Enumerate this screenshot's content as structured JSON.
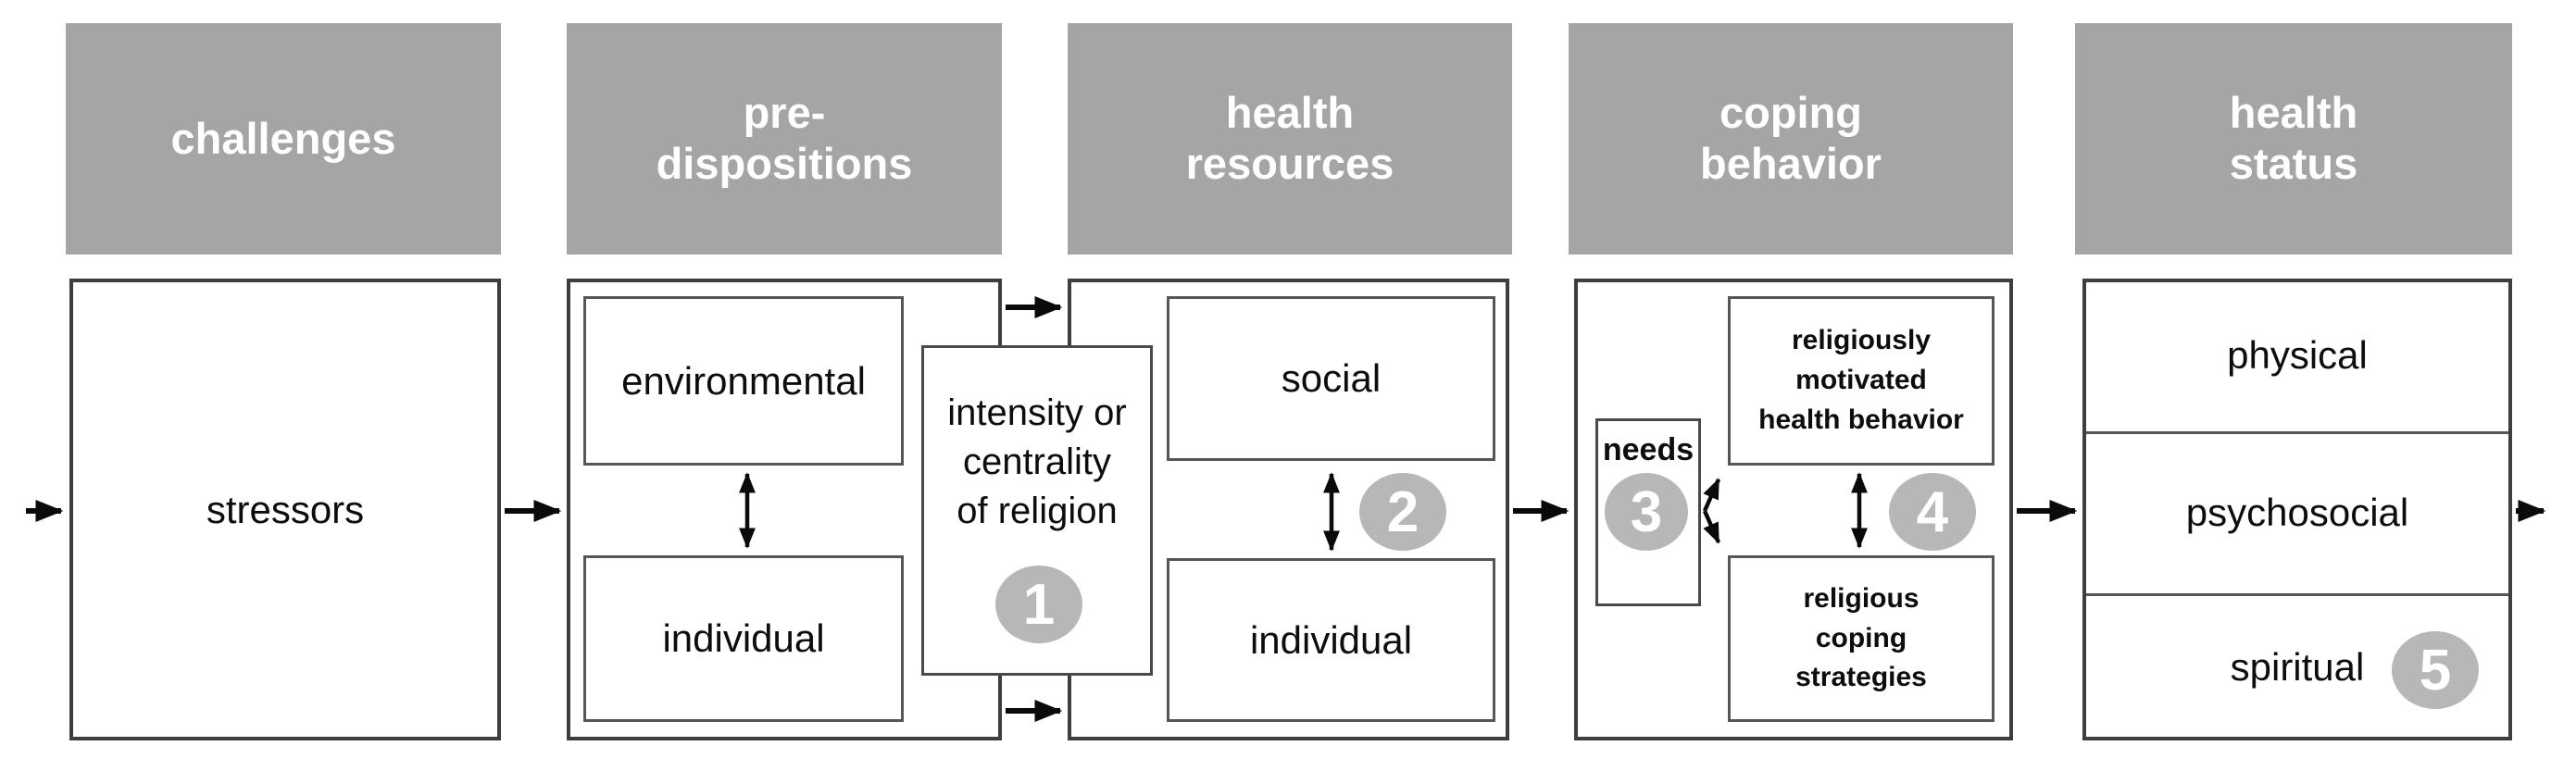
{
  "colors": {
    "header_bg": "#a5a5a5",
    "header_text": "#ffffff",
    "badge_bg": "#b7b7b7",
    "badge_text": "#ffffff",
    "box_border": "#3e3e3e",
    "inner_border": "#565656",
    "arrow": "#0a0a0a",
    "label_text": "#0d0d0d"
  },
  "headers": [
    {
      "label": "challenges"
    },
    {
      "label": "pre-\ndispositions"
    },
    {
      "label": "health\nresources"
    },
    {
      "label": "coping\nbehavior"
    },
    {
      "label": "health\nstatus"
    }
  ],
  "challenges": {
    "stressors": "stressors"
  },
  "predispositions": {
    "environmental": "environmental",
    "individual": "individual",
    "intensity": "intensity or\ncentrality\nof religion",
    "badge": "1"
  },
  "health_resources": {
    "social": "social",
    "individual": "individual",
    "badge": "2"
  },
  "coping_behavior": {
    "needs": "needs",
    "needs_badge": "3",
    "religiously_motivated": "religiously\nmotivated\nhealth behavior",
    "religious_coping": "religious\ncoping\nstrategies",
    "badge": "4"
  },
  "health_status": {
    "physical": "physical",
    "psychosocial": "psychosocial",
    "spiritual": "spiritual",
    "badge": "5"
  }
}
